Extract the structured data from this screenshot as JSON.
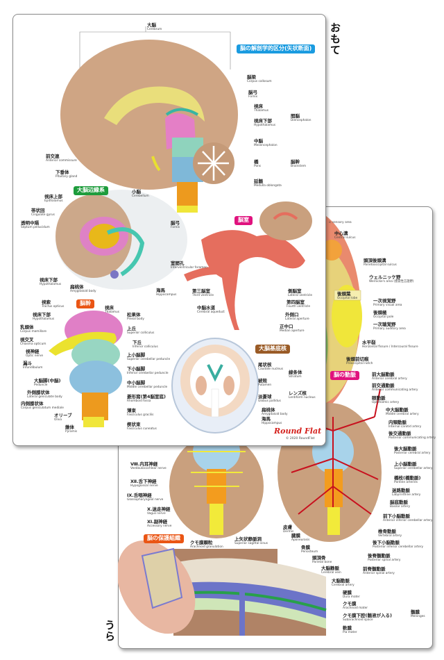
{
  "side_labels": {
    "front": "おもて",
    "back": "うら"
  },
  "colors": {
    "blue_badge": "#1a9be0",
    "green_badge": "#1e9c3c",
    "magenta_badge": "#e0127e",
    "orange_badge": "#ea5514",
    "brown_badge": "#9a5b26",
    "logo_red": "#d4201c"
  },
  "front": {
    "badges": [
      {
        "label": "脳の解剖学的区分(矢状断面)"
      },
      {
        "label": "大脳辺縁系"
      },
      {
        "label": "脳室"
      },
      {
        "label": "脳幹"
      },
      {
        "label": "大脳基底核"
      }
    ],
    "labels": [
      {
        "jp": "大脳",
        "en": "Cerebrum"
      },
      {
        "jp": "脳梁",
        "en": "Corpus callosum"
      },
      {
        "jp": "脳弓",
        "en": "Fornix"
      },
      {
        "jp": "視床",
        "en": "Thalamus"
      },
      {
        "jp": "視床下部",
        "en": "Hypothalamus"
      },
      {
        "jp": "間脳",
        "en": "Diencephalon"
      },
      {
        "jp": "中脳",
        "en": "Mesencephalon"
      },
      {
        "jp": "橋",
        "en": "Pons"
      },
      {
        "jp": "延髄",
        "en": "Medulla oblongata"
      },
      {
        "jp": "脳幹",
        "en": "Brainstem"
      },
      {
        "jp": "前交連",
        "en": "Anterior commissure"
      },
      {
        "jp": "下垂体",
        "en": "Pituitary gland"
      },
      {
        "jp": "小脳",
        "en": "Cerebellum"
      },
      {
        "jp": "視床上部",
        "en": "Epithalamus"
      },
      {
        "jp": "帯状回",
        "en": "Cingulate gyrus"
      },
      {
        "jp": "透明中隔",
        "en": "Septum pellucidum"
      },
      {
        "jp": "脳弓",
        "en": "Fornix"
      },
      {
        "jp": "視床下部",
        "en": "Hypothalamus"
      },
      {
        "jp": "扁桃体",
        "en": "Amygdaloid body"
      },
      {
        "jp": "海馬",
        "en": "Hippocampus"
      },
      {
        "jp": "室間孔",
        "en": "Interventricular foramen"
      },
      {
        "jp": "第三脳室",
        "en": "Third ventricle"
      },
      {
        "jp": "中脳水道",
        "en": "Cerebral aqueduct"
      },
      {
        "jp": "側脳室",
        "en": "Lateral ventricle"
      },
      {
        "jp": "第四脳室",
        "en": "Fourth ventricle"
      },
      {
        "jp": "外側口",
        "en": "Lateral aperture"
      },
      {
        "jp": "正中口",
        "en": "Median aperture"
      },
      {
        "jp": "視索",
        "en": "Tractus opticus"
      },
      {
        "jp": "視床",
        "en": "Thalamus"
      },
      {
        "jp": "視床下部",
        "en": "Hypothalamus"
      },
      {
        "jp": "乳頭体",
        "en": "Corpus mamillare"
      },
      {
        "jp": "視交叉",
        "en": "Chiasma opticum"
      },
      {
        "jp": "視神経",
        "en": "Optic nerve"
      },
      {
        "jp": "漏斗",
        "en": "Infundibulum"
      },
      {
        "jp": "大脳脚(中脳)",
        "en": "Peduncle"
      },
      {
        "jp": "外側膝状体",
        "en": "Lateral geniculate body"
      },
      {
        "jp": "内側膝状体",
        "en": "Corpus geniculatum mediale"
      },
      {
        "jp": "オリーブ",
        "en": "Oliva"
      },
      {
        "jp": "錐体",
        "en": "Pyramis"
      },
      {
        "jp": "松果体",
        "en": "Pineal body"
      },
      {
        "jp": "上丘",
        "en": "Superior colliculus"
      },
      {
        "jp": "下丘",
        "en": "Inferior colliculus"
      },
      {
        "jp": "上小脳脚",
        "en": "Superior cerebellar peduncle"
      },
      {
        "jp": "下小脳脚",
        "en": "Inferior cerebellar peduncle"
      },
      {
        "jp": "中小脳脚",
        "en": "Middle cerebellar peduncle"
      },
      {
        "jp": "菱形窩(第4脳室底)",
        "en": "Rhomboid fossa"
      },
      {
        "jp": "薄束",
        "en": "Fasciculus gracilis"
      },
      {
        "jp": "楔状束",
        "en": "Fasciculus cuneatus"
      },
      {
        "jp": "尾状核",
        "en": "Caudate nucleus"
      },
      {
        "jp": "被殻",
        "en": "Putamen"
      },
      {
        "jp": "淡蒼球",
        "en": "Globus pallidus"
      },
      {
        "jp": "扁桃体",
        "en": "Amygdaloid body"
      },
      {
        "jp": "海馬",
        "en": "Hippocampus"
      },
      {
        "jp": "線条体",
        "en": "Striatum"
      },
      {
        "jp": "レンズ核",
        "en": "Lentiform nucleus"
      }
    ],
    "logo": "Round Flat",
    "copyright": "© 2020 RoundFlat"
  },
  "back": {
    "badges": [
      {
        "label": "脳の動脈"
      },
      {
        "label": "脳の保護組織"
      }
    ],
    "labels": [
      {
        "jp": "",
        "en": "ic sensory area"
      },
      {
        "jp": "中心溝",
        "en": "Central sulcus"
      },
      {
        "jp": "頭頂後頭溝",
        "en": "Parietooccipital sulcus"
      },
      {
        "jp": "ウェルニッケ野",
        "en": "Wernicke's area (感覚性言語野)"
      },
      {
        "jp": "後頭葉",
        "en": "Occipital lobe"
      },
      {
        "jp": "一次視覚野",
        "en": "Primary visual area"
      },
      {
        "jp": "後頭極",
        "en": "Occipital pole"
      },
      {
        "jp": "一次聴覚野",
        "en": "Primary auditory area"
      },
      {
        "jp": "水平裂",
        "en": "Horizontal fissure / Intercoural fissure"
      },
      {
        "jp": "後頭前切痕",
        "en": "Preoccipital notch"
      },
      {
        "jp": "前大脳動脈",
        "en": "Anterior cerebral artery"
      },
      {
        "jp": "前交通動脈",
        "en": "Anterior communicating artery"
      },
      {
        "jp": "眼動脈",
        "en": "Ophthalmic artery"
      },
      {
        "jp": "中大脳動脈",
        "en": "Middle cerebral artery"
      },
      {
        "jp": "内頸動脈",
        "en": "Internal carotid artery"
      },
      {
        "jp": "後交通動脈",
        "en": "Posterior communicating artery"
      },
      {
        "jp": "後大脳動脈",
        "en": "Posterior cerebral artery"
      },
      {
        "jp": "上小脳動脈",
        "en": "Superior cerebellar artery"
      },
      {
        "jp": "橋枝(橋動脈)",
        "en": "Pontine arteries"
      },
      {
        "jp": "迷路動脈",
        "en": "Labyrinthine artery"
      },
      {
        "jp": "脳底動脈",
        "en": "Basilar artery"
      },
      {
        "jp": "前下小脳動脈",
        "en": "Anterior inferior cerebellar artery"
      },
      {
        "jp": "椎骨動脈",
        "en": "Vertebral artery"
      },
      {
        "jp": "後下小脳動脈",
        "en": "Posterior inferior cerebellar artery"
      },
      {
        "jp": "後脊髄動脈",
        "en": "Posterior spinal artery"
      },
      {
        "jp": "前脊髄動脈",
        "en": "Anterior spinal artery"
      },
      {
        "jp": "Ⅷ.内耳神経",
        "en": "Vestibulocochlear nerve"
      },
      {
        "jp": "Ⅻ.舌下神経",
        "en": "Hypoglossal nerve"
      },
      {
        "jp": "Ⅸ.舌咽神経",
        "en": "Glossopharyngeal nerve"
      },
      {
        "jp": "Ⅹ.迷走神経",
        "en": "Vagus nerve"
      },
      {
        "jp": "Ⅺ.副神経",
        "en": "Accessory nerve"
      },
      {
        "jp": "クモ膜顆粒",
        "en": "Arachnoid granulation"
      },
      {
        "jp": "上矢状静脈洞",
        "en": "Superior sagittal sinus"
      },
      {
        "jp": "皮膚",
        "en": "Dermis"
      },
      {
        "jp": "腱膜",
        "en": "Aponeurosis"
      },
      {
        "jp": "骨膜",
        "en": "Periosteum"
      },
      {
        "jp": "頭頂骨",
        "en": "Parietal bone"
      },
      {
        "jp": "大脳静脈",
        "en": "Cerebral vein"
      },
      {
        "jp": "大脳動脈",
        "en": "Cerebral artery"
      },
      {
        "jp": "硬膜",
        "en": "Dura mater"
      },
      {
        "jp": "クモ膜",
        "en": "Arachnoid mater"
      },
      {
        "jp": "クモ膜下腔(髄液が入る)",
        "en": "Subarachnoid space"
      },
      {
        "jp": "軟膜",
        "en": "Pia mater"
      },
      {
        "jp": "髄膜",
        "en": "Meninges"
      }
    ]
  }
}
